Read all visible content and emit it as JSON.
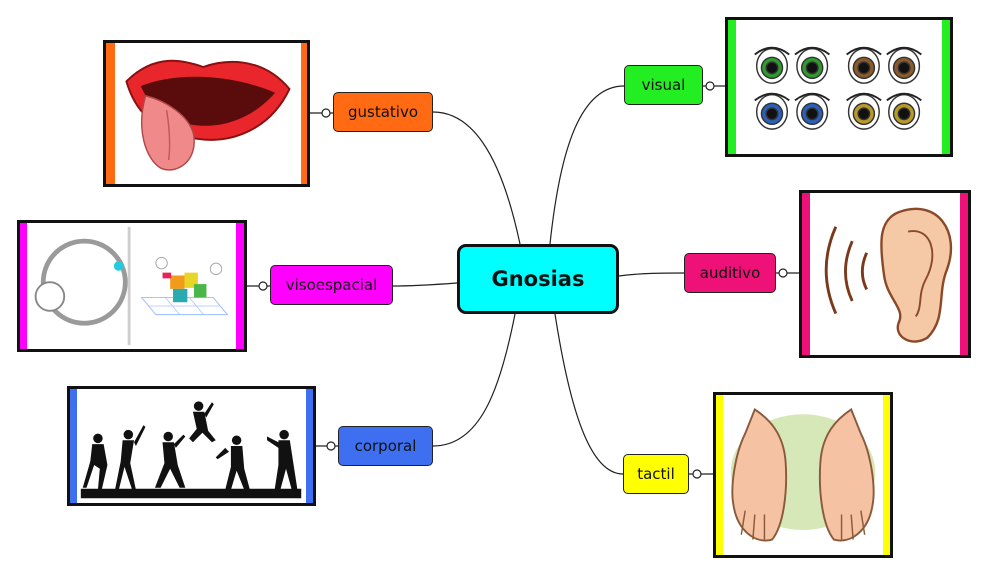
{
  "central": {
    "label": "Gnosias",
    "color": "#00ffff"
  },
  "branches": [
    {
      "id": "gustativo",
      "label": "gustativo",
      "color": "#ff6a13"
    },
    {
      "id": "visoespacial",
      "label": "visoespacial",
      "color": "#ff00ff"
    },
    {
      "id": "corporal",
      "label": "corporal",
      "color": "#3e6ff0"
    },
    {
      "id": "visual",
      "label": "visual",
      "color": "#22ee22"
    },
    {
      "id": "auditivo",
      "label": "auditivo",
      "color": "#ee1177"
    },
    {
      "id": "tactil",
      "label": "tactil",
      "color": "#ffff00"
    }
  ],
  "images": [
    {
      "branch": "gustativo",
      "icon": "mouth-tongue-icon"
    },
    {
      "branch": "visoespacial",
      "icon": "spatial-cubes-icon"
    },
    {
      "branch": "corporal",
      "icon": "dancer-silhouettes-icon"
    },
    {
      "branch": "visual",
      "icon": "cartoon-eyes-icon"
    },
    {
      "branch": "auditivo",
      "icon": "ear-soundwaves-icon"
    },
    {
      "branch": "tactil",
      "icon": "open-hands-icon"
    }
  ]
}
